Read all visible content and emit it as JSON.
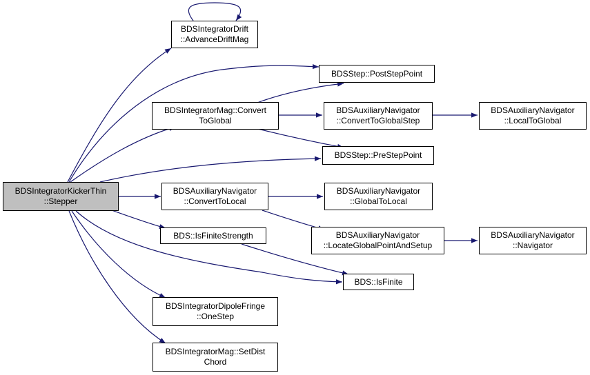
{
  "colors": {
    "edge": "#191970",
    "node_border": "#000000",
    "root_fill": "#bfbfbf",
    "node_fill": "#ffffff"
  },
  "nodes": {
    "stepper": {
      "lines": [
        "BDSIntegratorKickerThin",
        "::Stepper"
      ]
    },
    "advance_drift": {
      "lines": [
        "BDSIntegratorDrift",
        "::AdvanceDriftMag"
      ]
    },
    "post_step": {
      "lines": [
        "BDSStep::PostStepPoint"
      ]
    },
    "convert_global": {
      "lines": [
        "BDSIntegratorMag::Convert",
        "ToGlobal"
      ]
    },
    "cgs": {
      "lines": [
        "BDSAuxiliaryNavigator",
        "::ConvertToGlobalStep"
      ]
    },
    "l2g": {
      "lines": [
        "BDSAuxiliaryNavigator",
        "::LocalToGlobal"
      ]
    },
    "pre_step": {
      "lines": [
        "BDSStep::PreStepPoint"
      ]
    },
    "ctl": {
      "lines": [
        "BDSAuxiliaryNavigator",
        "::ConvertToLocal"
      ]
    },
    "g2l": {
      "lines": [
        "BDSAuxiliaryNavigator",
        "::GlobalToLocal"
      ]
    },
    "locate": {
      "lines": [
        "BDSAuxiliaryNavigator",
        "::LocateGlobalPointAndSetup"
      ]
    },
    "navigator": {
      "lines": [
        "BDSAuxiliaryNavigator",
        "::Navigator"
      ]
    },
    "finite_strength": {
      "lines": [
        "BDS::IsFiniteStrength"
      ]
    },
    "is_finite": {
      "lines": [
        "BDS::IsFinite"
      ]
    },
    "dipole_fringe": {
      "lines": [
        "BDSIntegratorDipoleFringe",
        "::OneStep"
      ]
    },
    "set_dist": {
      "lines": [
        "BDSIntegratorMag::SetDist",
        "Chord"
      ]
    }
  }
}
